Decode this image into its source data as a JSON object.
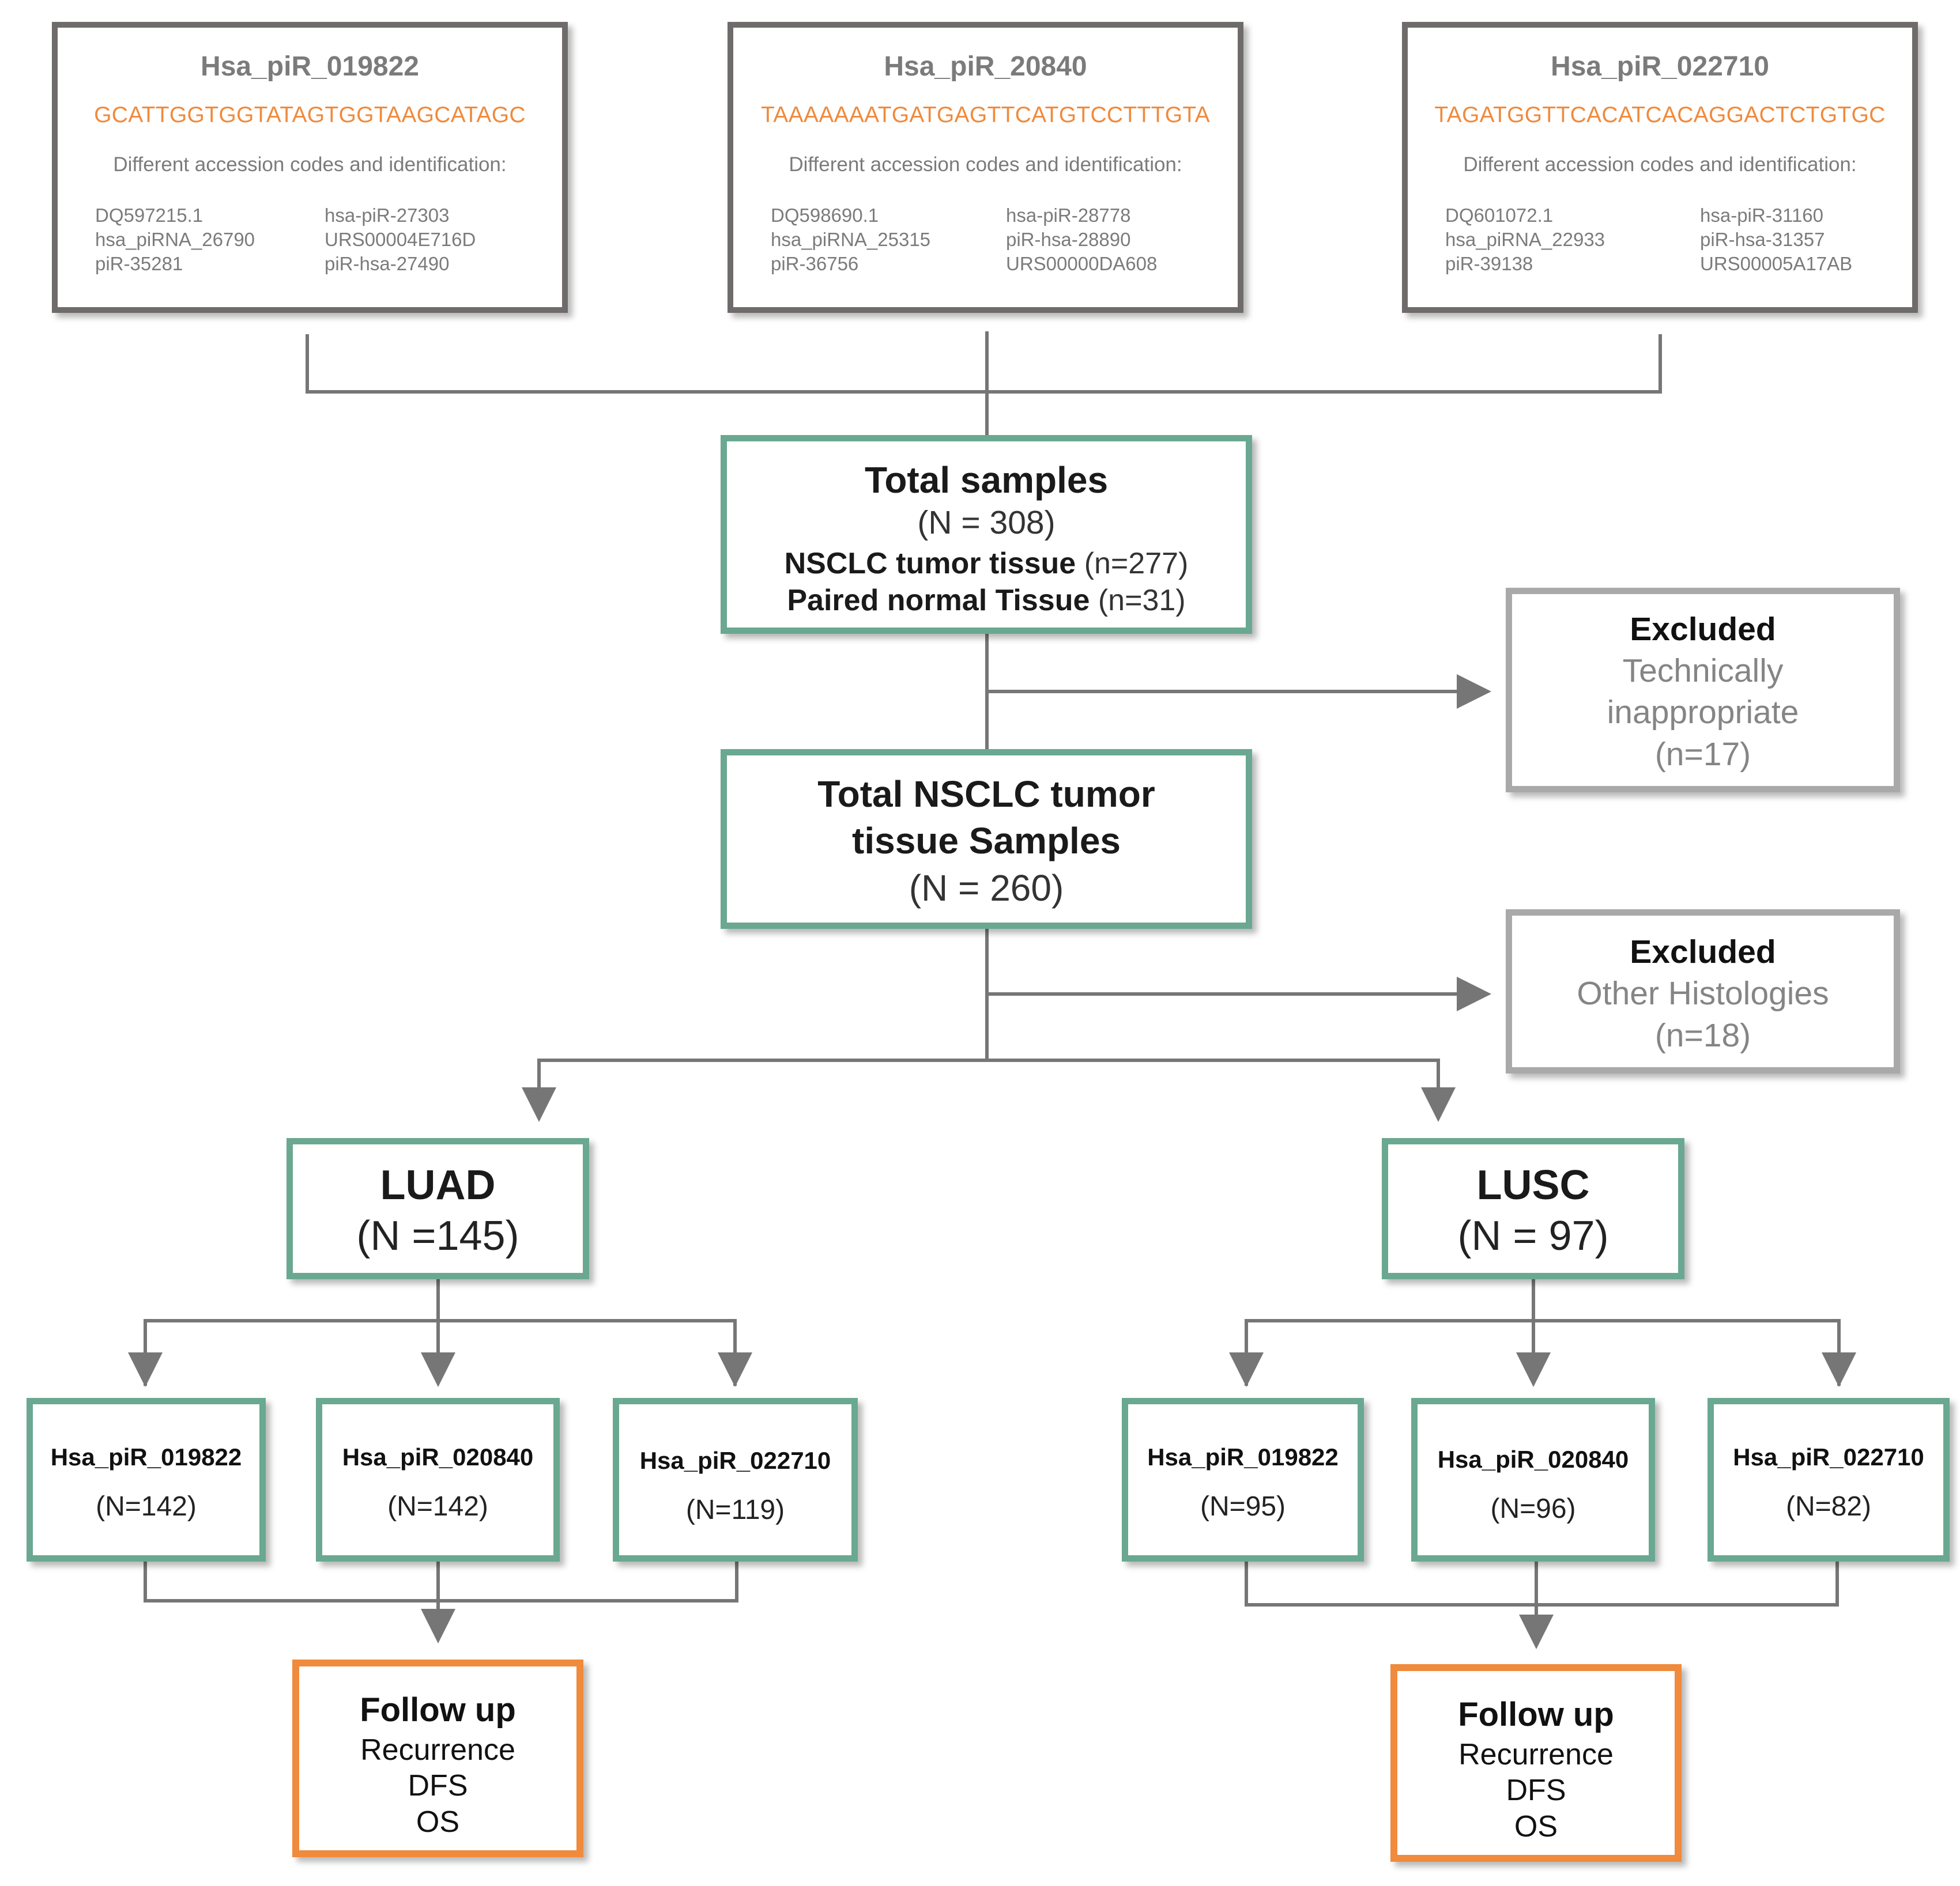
{
  "pirna_boxes": [
    {
      "title": "Hsa_piR_019822",
      "sequence": "GCATTGGTGGTATAGTGGTAAGCATAGC",
      "subtitle": "Different accession codes and identification:",
      "codes_left": [
        "DQ597215.1",
        "hsa_piRNA_26790",
        "piR-35281"
      ],
      "codes_right": [
        "hsa-piR-27303",
        "URS00004E716D",
        "piR-hsa-27490"
      ]
    },
    {
      "title": "Hsa_piR_20840",
      "sequence": "TAAAAAAATGATGAGTTCATGTCCTTTGTA",
      "subtitle": "Different accession codes and identification:",
      "codes_left": [
        "DQ598690.1",
        "hsa_piRNA_25315",
        "piR-36756"
      ],
      "codes_right": [
        "hsa-piR-28778",
        "piR-hsa-28890",
        "URS00000DA608"
      ]
    },
    {
      "title": "Hsa_piR_022710",
      "sequence": "TAGATGGTTCACATCACAGGACTCTGTGC",
      "subtitle": "Different accession codes and identification:",
      "codes_left": [
        "DQ601072.1",
        "hsa_piRNA_22933",
        "piR-39138"
      ],
      "codes_right": [
        "hsa-piR-31160",
        "piR-hsa-31357",
        "URS00005A17AB"
      ]
    }
  ],
  "total_samples": {
    "title": "Total samples",
    "count": "(N = 308)",
    "tumor_label": "NSCLC tumor tissue",
    "tumor_count": "(n=277)",
    "normal_label": "Paired normal Tissue",
    "normal_count": "(n=31)"
  },
  "excluded_technical": {
    "title": "Excluded",
    "line1": "Technically",
    "line2": "inappropriate",
    "count": "(n=17)"
  },
  "total_tumor": {
    "line1": "Total NSCLC tumor",
    "line2": "tissue Samples",
    "count": "(N = 260)"
  },
  "excluded_histology": {
    "title": "Excluded",
    "line1": "Other Histologies",
    "count": "(n=18)"
  },
  "luad": {
    "title": "LUAD",
    "count": "(N =145)"
  },
  "lusc": {
    "title": "LUSC",
    "count": "(N = 97)"
  },
  "luad_sub": [
    {
      "title": "Hsa_piR_019822",
      "count": "(N=142)"
    },
    {
      "title": "Hsa_piR_020840",
      "count": "(N=142)"
    },
    {
      "title": "Hsa_piR_022710",
      "count": "(N=119)"
    }
  ],
  "lusc_sub": [
    {
      "title": "Hsa_piR_019822",
      "count": "(N=95)"
    },
    {
      "title": "Hsa_piR_020840",
      "count": "(N=96)"
    },
    {
      "title": "Hsa_piR_022710",
      "count": "(N=82)"
    }
  ],
  "followup_luad": {
    "title": "Follow up",
    "line1": "Recurrence",
    "line2": "DFS",
    "line3": "OS"
  },
  "followup_lusc": {
    "title": "Follow up",
    "line1": "Recurrence",
    "line2": "DFS",
    "line3": "OS"
  },
  "colors": {
    "pirna_border": "#6f6b6b",
    "sequence": "#f08a3c",
    "green_border": "#6aa891",
    "excluded_border": "#a9a9a9",
    "followup_border": "#f08a3c",
    "connector": "#767676"
  }
}
